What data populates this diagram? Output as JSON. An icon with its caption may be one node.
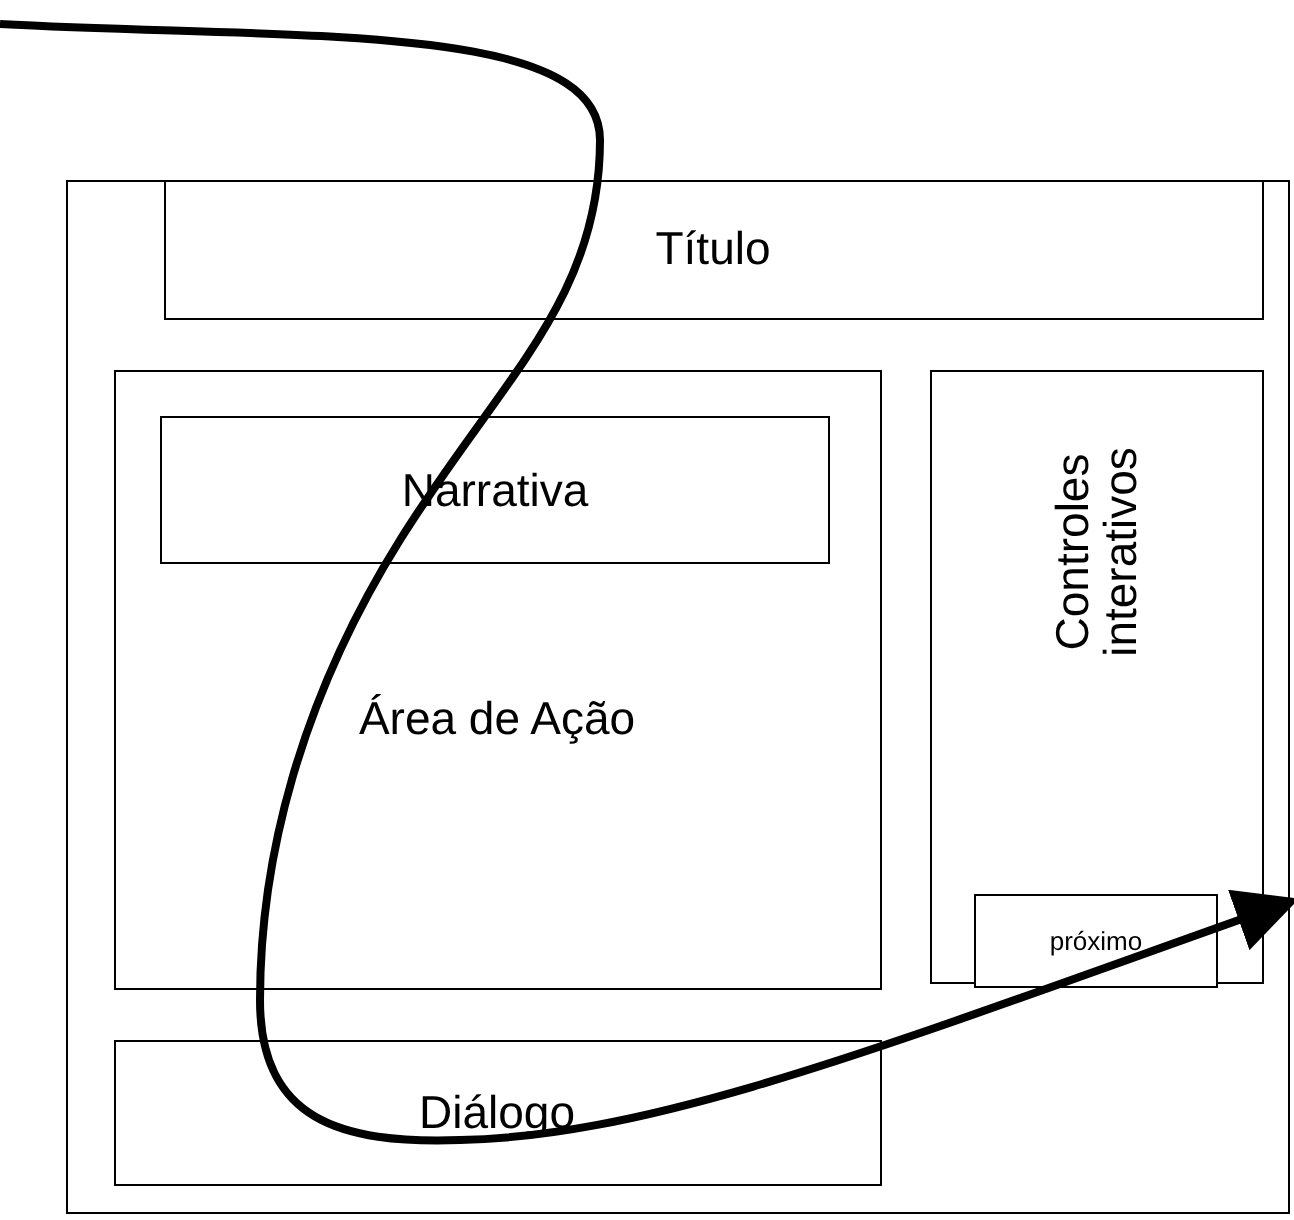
{
  "diagram": {
    "nodes": [
      {
        "text": [],
        "shape": "box"
      },
      {
        "text": [
          "Título"
        ],
        "in": 0
      },
      {
        "text": [
          "Área de Ação"
        ],
        "in": 0
      },
      {
        "text": [
          "Narrativa"
        ],
        "in": 2
      },
      {
        "text": [
          "Controles interativos"
        ],
        "in": 0
      },
      {
        "text": [
          "próximo"
        ],
        "in": 4
      },
      {
        "text": [
          "Diálogo"
        ],
        "in": 0
      }
    ],
    "edges": []
  }
}
